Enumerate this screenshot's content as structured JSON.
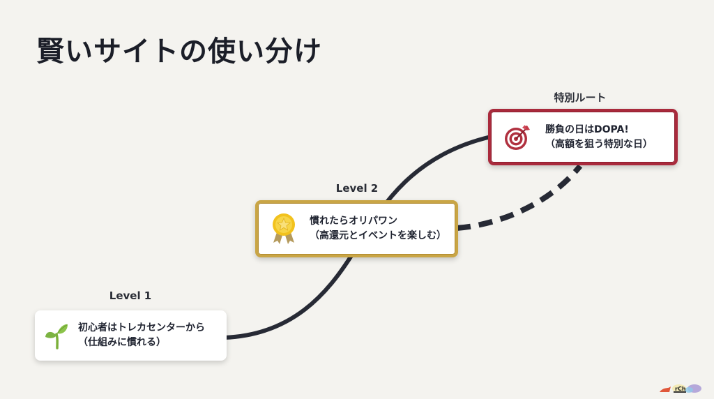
{
  "title": "賢いサイトの使い分け",
  "colors": {
    "background": "#f4f3ef",
    "connector": "#272a35",
    "level2_border": "#c9a545",
    "special_border": "#a92a3c"
  },
  "steps": [
    {
      "label": "Level 1",
      "icon": "sprout-icon",
      "line1": "初心者はトレカセンターから",
      "line2": "（仕組みに慣れる）"
    },
    {
      "label": "Level 2",
      "icon": "gold-medal-icon",
      "line1": "慣れたらオリパワン",
      "line2": "（高還元とイベントを楽しむ）"
    },
    {
      "label": "特別ルート",
      "icon": "target-dart-icon",
      "line1": "勝負の日はDOPA!",
      "line2": "（高額を狙う特別な日）"
    }
  ],
  "connectors": [
    {
      "from": "Level 1",
      "to": "特別ルート",
      "style": "solid"
    },
    {
      "from": "Level 2",
      "to": "特別ルート",
      "style": "dashed"
    }
  ],
  "logo": "logo-mark"
}
